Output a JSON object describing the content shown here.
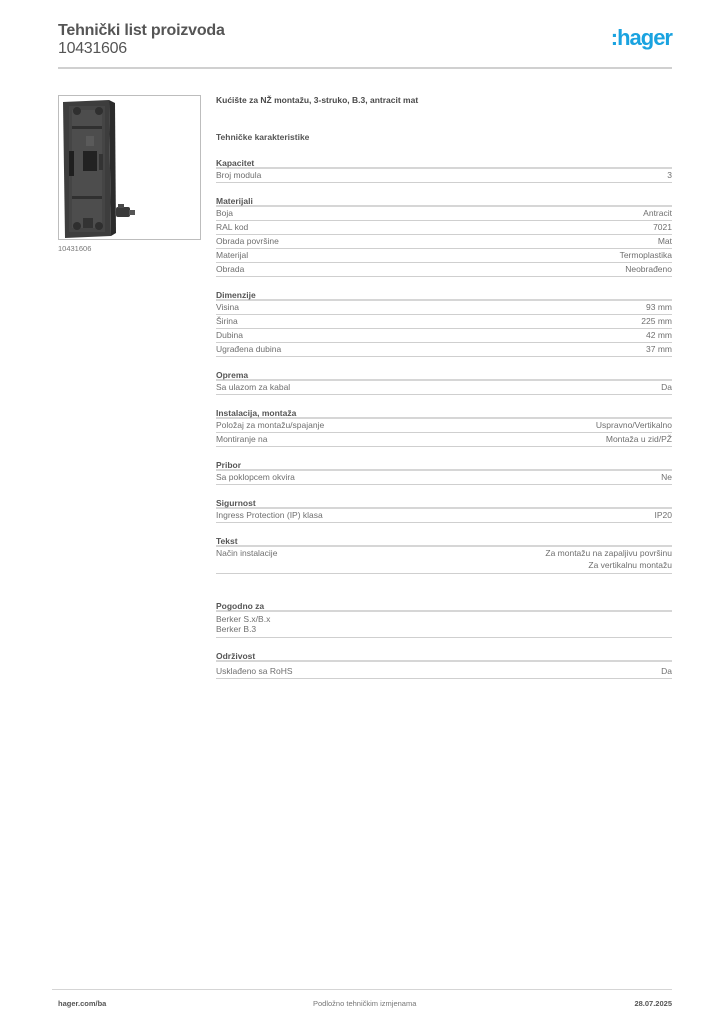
{
  "header": {
    "title": "Tehnički list proizvoda",
    "product_code": "10431606",
    "logo_text": ":hager",
    "logo_color": "#1aa3e0"
  },
  "product": {
    "image_alt": "product-photo",
    "caption": "10431606",
    "name": "Kućište za NŽ montažu, 3-struko, B.3, antracit mat"
  },
  "specs": {
    "section_title": "Tehničke karakteristike",
    "groups": [
      {
        "title": "Kapacitet",
        "rows": [
          {
            "label": "Broj modula",
            "value": "3"
          }
        ]
      },
      {
        "title": "Materijali",
        "rows": [
          {
            "label": "Boja",
            "value": "Antracit"
          },
          {
            "label": "RAL kod",
            "value": "7021"
          },
          {
            "label": "Obrada površine",
            "value": "Mat"
          },
          {
            "label": "Materijal",
            "value": "Termoplastika"
          },
          {
            "label": "Obrada",
            "value": "Neobrađeno"
          }
        ]
      },
      {
        "title": "Dimenzije",
        "rows": [
          {
            "label": "Visina",
            "value": "93 mm"
          },
          {
            "label": "Širina",
            "value": "225 mm"
          },
          {
            "label": "Dubina",
            "value": "42 mm"
          },
          {
            "label": "Ugrađena dubina",
            "value": "37 mm"
          }
        ]
      },
      {
        "title": "Oprema",
        "rows": [
          {
            "label": "Sa ulazom za kabal",
            "value": "Da"
          }
        ]
      },
      {
        "title": "Instalacija, montaža",
        "rows": [
          {
            "label": "Položaj za montažu/spajanje",
            "value": "Uspravno/Vertikalno"
          },
          {
            "label": "Montiranje na",
            "value": "Montaža u zid/PŽ"
          }
        ]
      },
      {
        "title": "Pribor",
        "rows": [
          {
            "label": "Sa poklopcem okvira",
            "value": "Ne"
          }
        ]
      },
      {
        "title": "Sigurnost",
        "rows": [
          {
            "label": "Ingress Protection (IP) klasa",
            "value": "IP20"
          }
        ]
      },
      {
        "title": "Tekst",
        "rows": [
          {
            "label": "Način instalacije",
            "value_line1": "Za montažu na zapaljivu površinu",
            "value_line2": "Za vertikalnu montažu"
          }
        ]
      }
    ],
    "suitable_for": {
      "title": "Pogodno za",
      "items": [
        "Berker S.x/B.x",
        "Berker B.3"
      ]
    },
    "sustainability": {
      "title": "Održivost",
      "rows": [
        {
          "label": "Usklađeno sa RoHS",
          "value": "Da"
        }
      ]
    }
  },
  "footer": {
    "website": "hager.com/ba",
    "notice": "Podložno tehničkim izmjenama",
    "date": "28.07.2025"
  }
}
